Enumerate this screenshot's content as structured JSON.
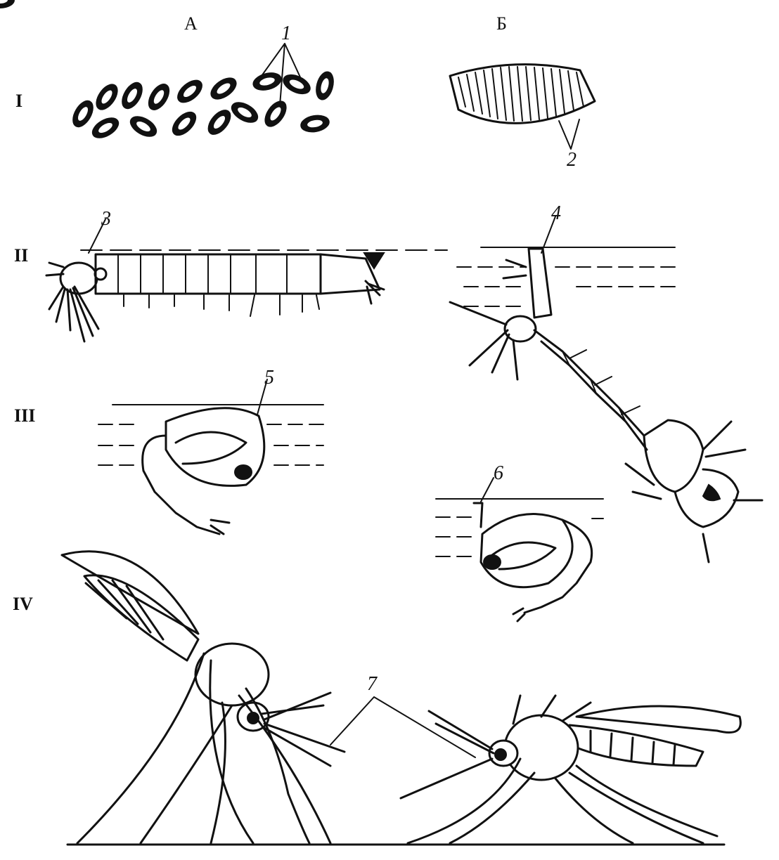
{
  "columns": {
    "a": "А",
    "b": "Б"
  },
  "rows": {
    "r1": "I",
    "r2": "II",
    "r3": "III",
    "r4": "IV"
  },
  "callouts": {
    "c1": "1",
    "c2": "2",
    "c3": "3",
    "c4": "4",
    "c5": "5",
    "c6": "6",
    "c7": "7"
  }
}
